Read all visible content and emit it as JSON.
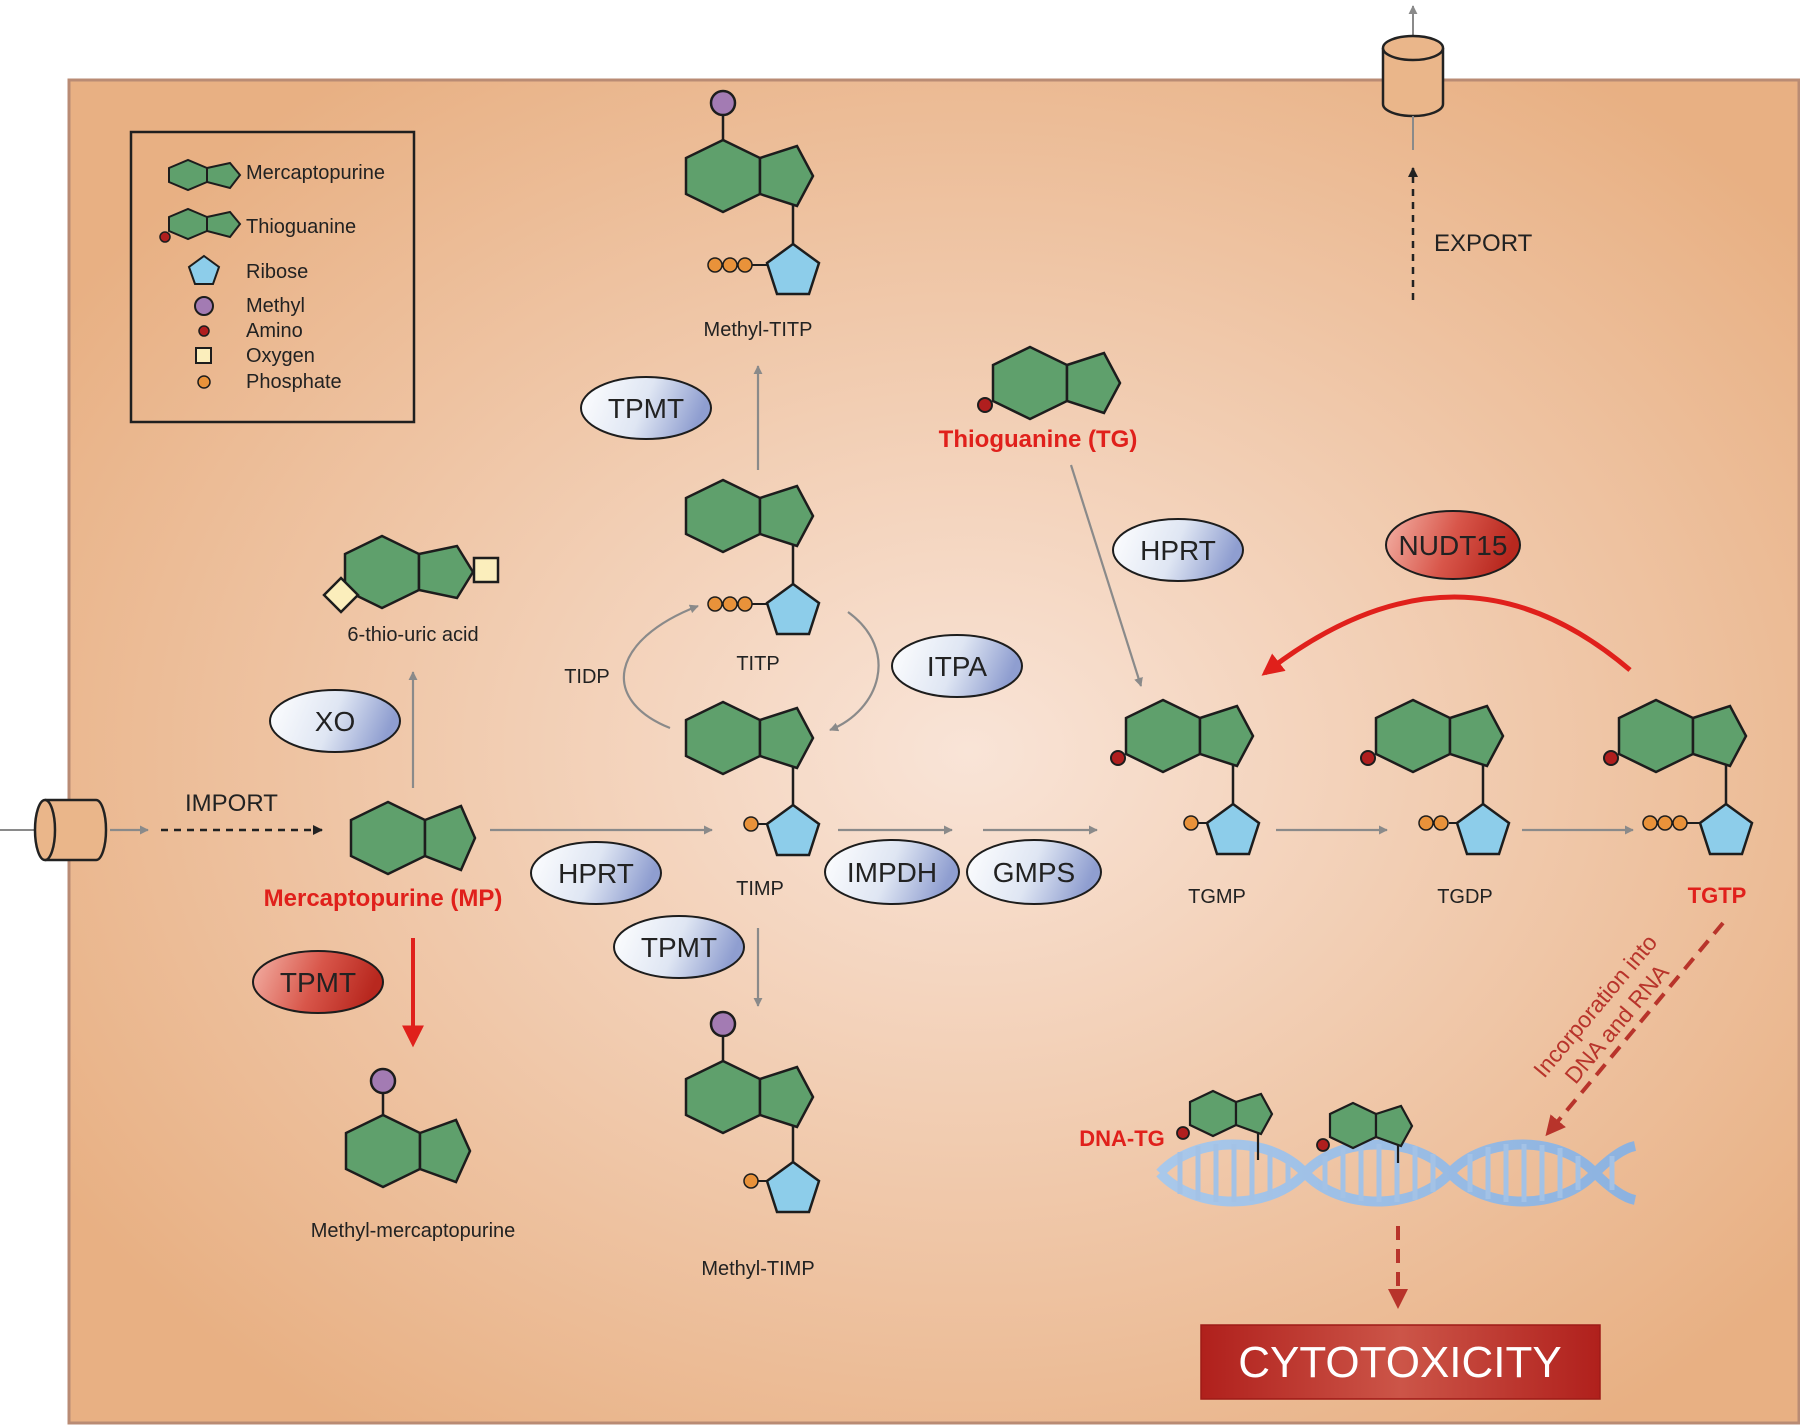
{
  "legend": {
    "mercaptopurine": "Mercaptopurine",
    "thioguanine": "Thioguanine",
    "ribose": "Ribose",
    "methyl": "Methyl",
    "amino": "Amino",
    "oxygen": "Oxygen",
    "phosphate": "Phosphate"
  },
  "flow": {
    "import": "IMPORT",
    "export": "EXPORT"
  },
  "compounds": {
    "mp": "Mercaptopurine (MP)",
    "tg": "Thioguanine (TG)",
    "thio_uric": "6-thio-uric acid",
    "methyl_mp": "Methyl-mercaptopurine",
    "methyl_titp": "Methyl-TITP",
    "titp": "TITP",
    "tidp": "TIDP",
    "timp": "TIMP",
    "methyl_timp": "Methyl-TIMP",
    "tgmp": "TGMP",
    "tgdp": "TGDP",
    "tgtp": "TGTP",
    "dna_tg": "DNA-TG"
  },
  "enzymes": {
    "tpmt_top": "TPMT",
    "xo": "XO",
    "hprt_mp": "HPRT",
    "tpmt_mp": "TPMT",
    "tpmt_timp": "TPMT",
    "itpa": "ITPA",
    "impdh": "IMPDH",
    "gmps": "GMPS",
    "hprt_tg": "HPRT",
    "nudt15": "NUDT15"
  },
  "incorporation": {
    "line1": "Incorporation into",
    "line2": "DNA and RNA"
  },
  "outcome": "CYTOTOXICITY",
  "colors": {
    "cell_fill": "#eab68a",
    "cell_center": "#f9e4d7",
    "purine_green": "#5fa06c",
    "ribose_blue": "#8dcdea",
    "methyl_purple": "#a37bb3",
    "amino_red": "#b01e1e",
    "phosphate_orange": "#e9923a",
    "oxygen_cream": "#fbeebc",
    "highlight_red": "#e0201b",
    "cytotoxicity_red": "#b82a25"
  }
}
